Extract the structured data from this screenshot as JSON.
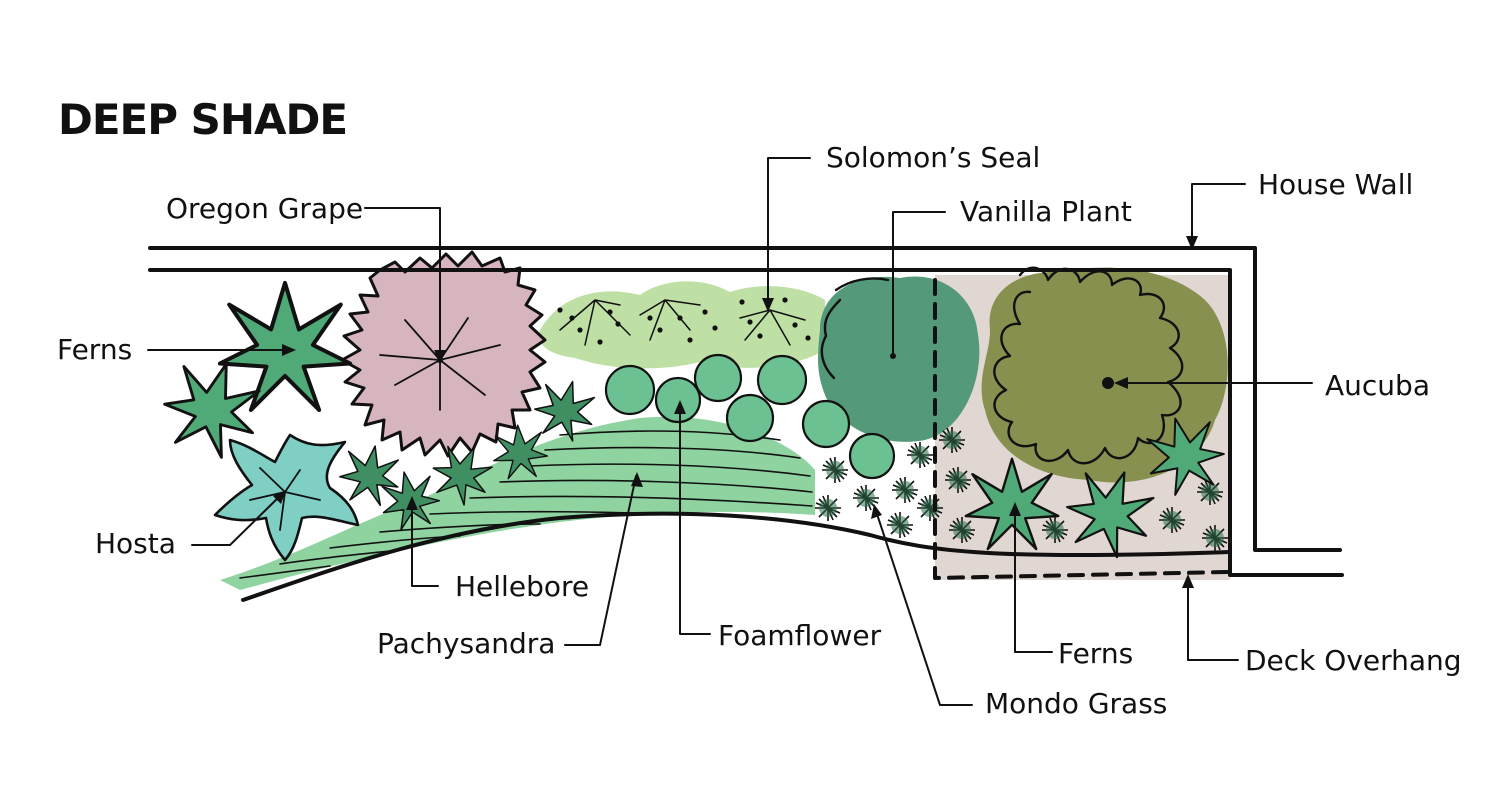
{
  "title": "DEEP SHADE",
  "labels": {
    "oregon_grape": "Oregon Grape",
    "solomons_seal": "Solomon’s Seal",
    "vanilla_plant": "Vanilla Plant",
    "house_wall": "House Wall",
    "ferns_left": "Ferns",
    "aucuba": "Aucuba",
    "hosta": "Hosta",
    "hellebore": "Hellebore",
    "pachysandra": "Pachysandra",
    "foamflower": "Foamflower",
    "ferns_right": "Ferns",
    "deck_overhang": "Deck Overhang",
    "mondo_grass": "Mondo Grass"
  },
  "colors": {
    "oregon_grape": "#d7b5bf",
    "hosta": "#7fcfc4",
    "ferns": "#4faa78",
    "hellebore": "#3f8f62",
    "pachysandra": "#8ed3a0",
    "solomons_seal": "#bfe0a5",
    "foamflower": "#6cc192",
    "vanilla_plant": "#54997a",
    "aucuba": "#87904f",
    "deck": "#e0d6d2",
    "mondo_grass": "#2f6f4d"
  }
}
